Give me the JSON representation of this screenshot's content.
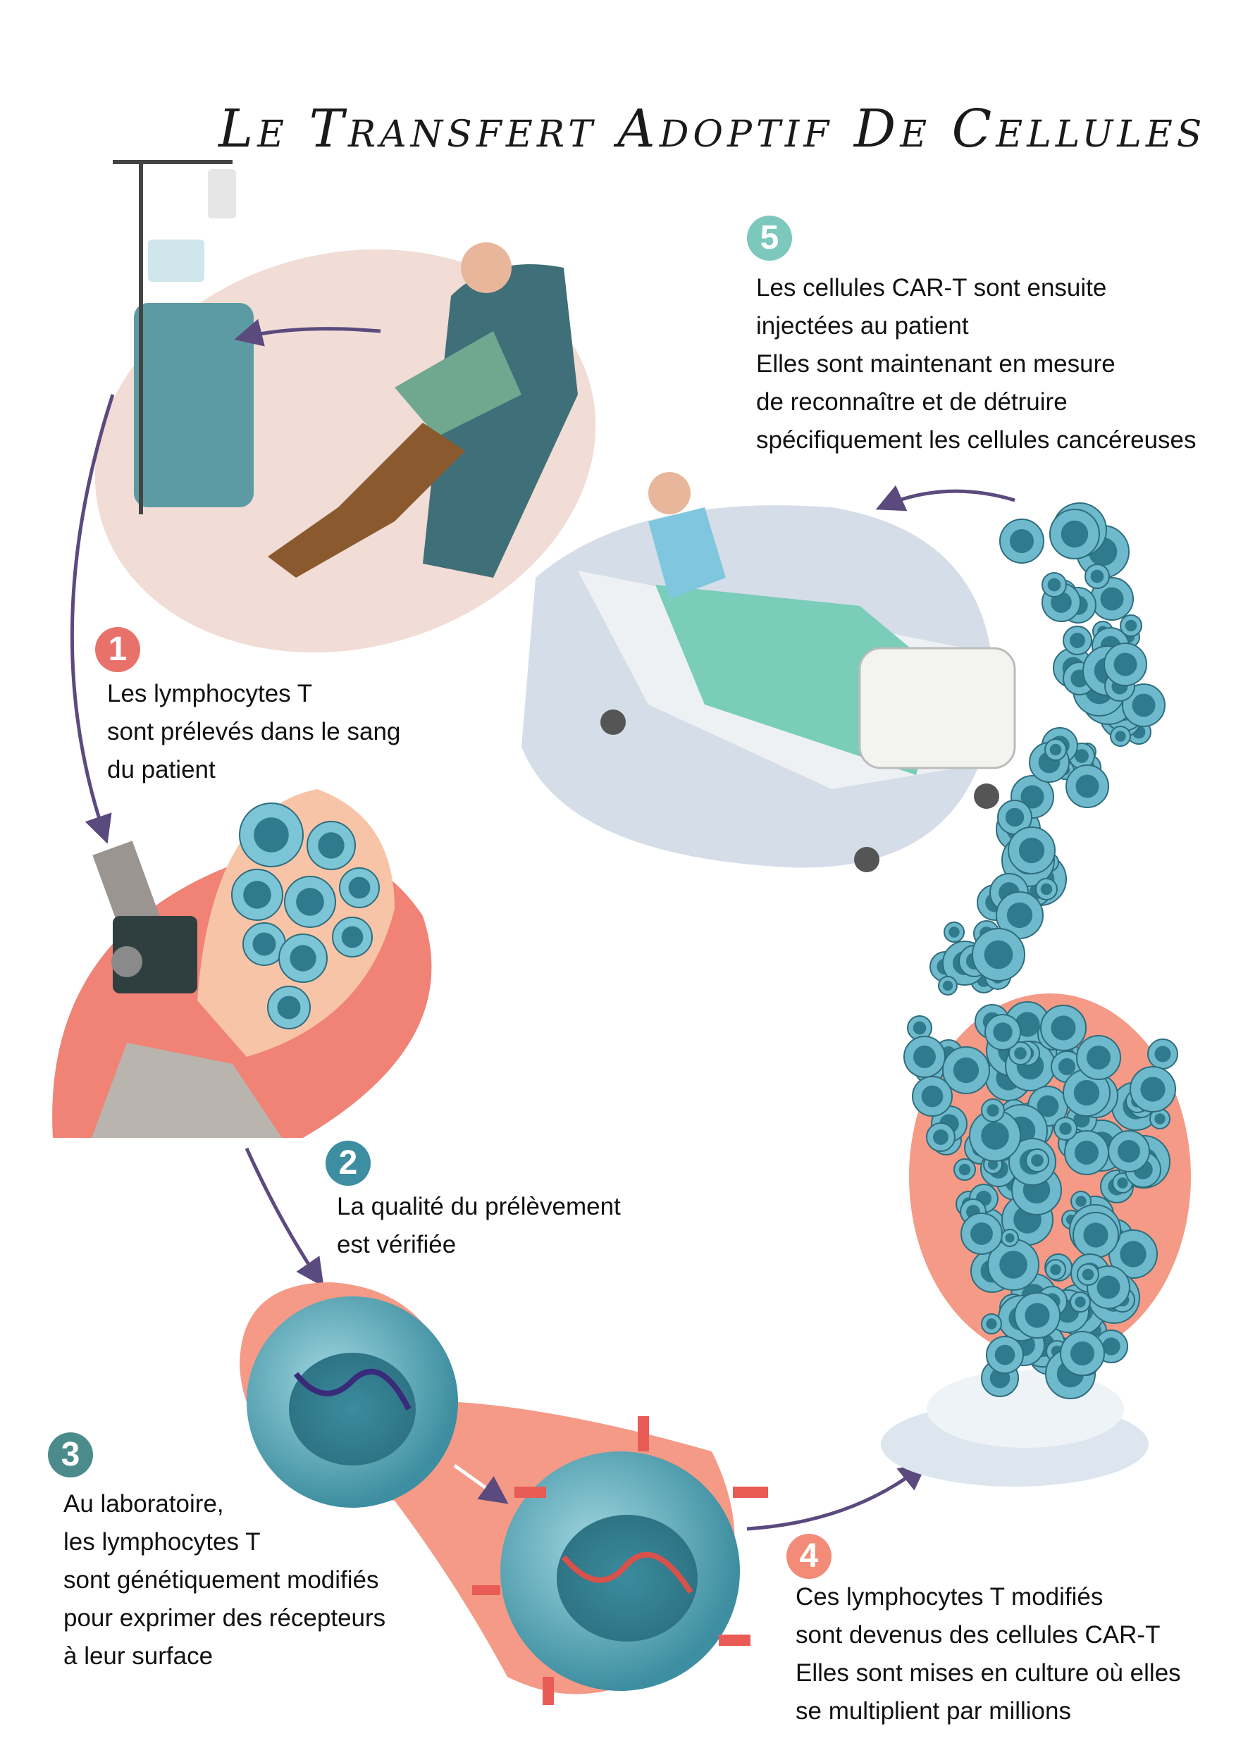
{
  "title": "Le Transfert Adoptif De Cellules",
  "colors": {
    "step1": "#e8716a",
    "step2": "#3e8ea1",
    "step3": "#4b8b8c",
    "step4": "#f28b78",
    "step5": "#7cc8bd",
    "arrow": "#5b4a7e",
    "teal": "#4fa3b3",
    "salmon": "#f4897a"
  },
  "steps": [
    {
      "number": "1",
      "lines": [
        "Les lymphocytes T",
        "sont prélevés dans le sang",
        "du patient"
      ]
    },
    {
      "number": "2",
      "lines": [
        "La qualité du prélèvement",
        "est vérifiée"
      ]
    },
    {
      "number": "3",
      "lines": [
        "Au laboratoire,",
        "les lymphocytes T",
        "sont génétiquement modifiés",
        "pour exprimer des récepteurs",
        "à leur surface"
      ]
    },
    {
      "number": "4",
      "lines": [
        "Ces lymphocytes T modifiés",
        "sont devenus des cellules CAR-T",
        "Elles sont mises en culture où elles",
        "se multiplient par millions"
      ]
    },
    {
      "number": "5",
      "lines": [
        "Les cellules CAR-T sont ensuite",
        "injectées au patient",
        "Elles sont maintenant en mesure",
        "de reconnaître et de détruire",
        "spécifiquement les cellules cancéreuses"
      ]
    }
  ]
}
